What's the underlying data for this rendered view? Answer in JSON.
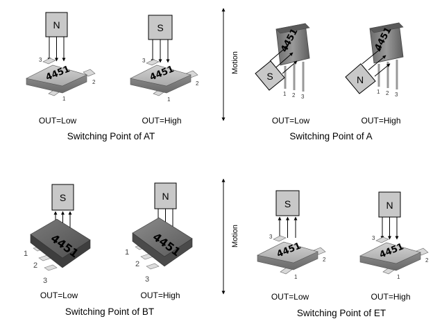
{
  "chip_marking": "4451",
  "motion_label": "Motion",
  "pin_labels": [
    "1",
    "2",
    "3"
  ],
  "panels": [
    {
      "caption": "Switching Point of AT",
      "cases": [
        {
          "magnet": "N",
          "output": "OUT=Low"
        },
        {
          "magnet": "S",
          "output": "OUT=High"
        }
      ]
    },
    {
      "caption": "Switching Point of A",
      "cases": [
        {
          "magnet": "S",
          "output": "OUT=Low"
        },
        {
          "magnet": "N",
          "output": "OUT=High"
        }
      ]
    },
    {
      "caption": "Switching Point of BT",
      "cases": [
        {
          "magnet": "S",
          "output": "OUT=Low"
        },
        {
          "magnet": "N",
          "output": "OUT=High"
        }
      ]
    },
    {
      "caption": "Switching Point of ET",
      "cases": [
        {
          "magnet": "S",
          "output": "OUT=Low"
        },
        {
          "magnet": "N",
          "output": "OUT=High"
        }
      ]
    }
  ],
  "colors": {
    "magnet_fill": "#c8c8c8",
    "package_light": "#b4b4b4",
    "package_dark": "#6e6e6e",
    "text": "#000000"
  }
}
